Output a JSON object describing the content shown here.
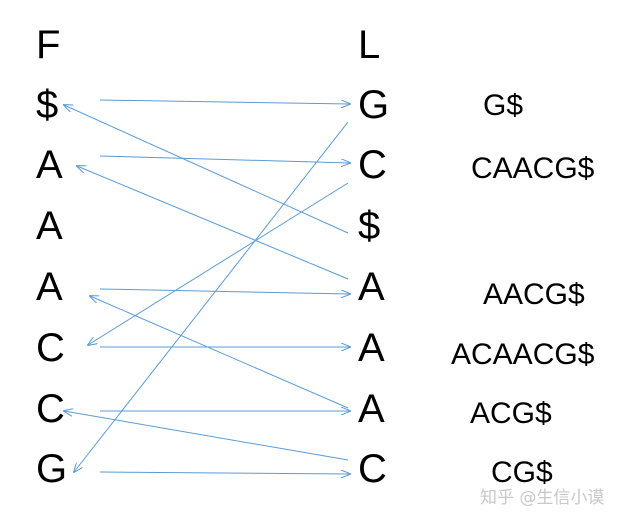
{
  "f_column": [
    "F",
    "$",
    "A",
    "A",
    "A",
    "C",
    "C",
    "G"
  ],
  "l_column": [
    "L",
    "G",
    "C",
    "$",
    "A",
    "A",
    "A",
    "C"
  ],
  "suffixes": [
    {
      "row": 1,
      "text": "G$"
    },
    {
      "row": 2,
      "text": "CAACG$"
    },
    {
      "row": 4,
      "text": "AACG$"
    },
    {
      "row": 5,
      "text": "ACAACG$"
    },
    {
      "row": 6,
      "text": "ACG$"
    },
    {
      "row": 7,
      "text": "CG$"
    }
  ],
  "arrows": [
    {
      "from": "F",
      "from_row": 1,
      "to": "L",
      "to_row": 1
    },
    {
      "from": "L",
      "from_row": 3,
      "to": "F",
      "to_row": 1
    },
    {
      "from": "F",
      "from_row": 2,
      "to": "L",
      "to_row": 2
    },
    {
      "from": "L",
      "from_row": 4,
      "to": "F",
      "to_row": 2
    },
    {
      "from": "F",
      "from_row": 4,
      "to": "L",
      "to_row": 4
    },
    {
      "from": "L",
      "from_row": 6,
      "to": "F",
      "to_row": 4
    },
    {
      "from": "L",
      "from_row": 2,
      "to": "F",
      "to_row": 5
    },
    {
      "from": "F",
      "from_row": 5,
      "to": "L",
      "to_row": 5
    },
    {
      "from": "L",
      "from_row": 1,
      "to": "F",
      "to_row": 7
    },
    {
      "from": "F",
      "from_row": 6,
      "to": "L",
      "to_row": 6
    },
    {
      "from": "L",
      "from_row": 7,
      "to": "F",
      "to_row": 6
    },
    {
      "from": "F",
      "from_row": 7,
      "to": "L",
      "to_row": 7
    }
  ],
  "colors": {
    "arrow": "#5b9bd5",
    "text": "#000000",
    "watermark": "#c8c8c8"
  },
  "watermark": "知乎 @生信小谟"
}
